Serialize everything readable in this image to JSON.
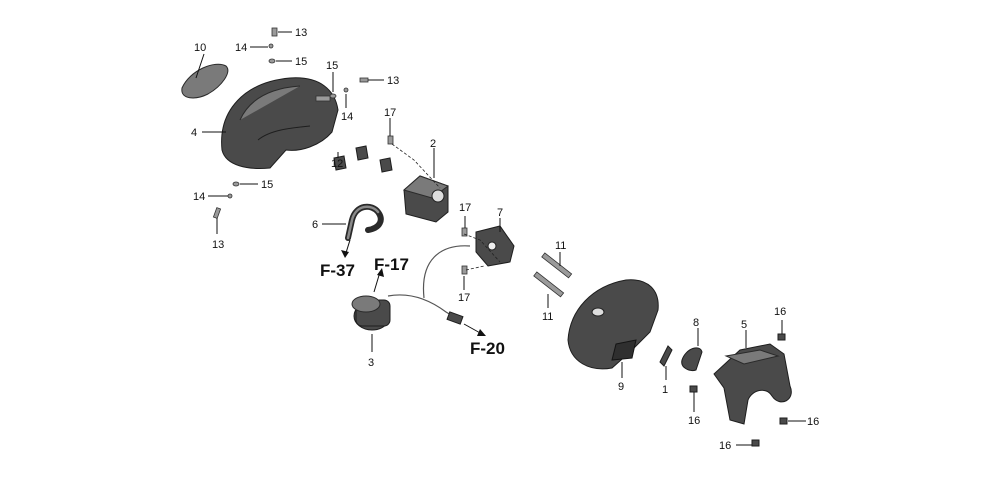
{
  "callouts": {
    "p1": "1",
    "p2": "2",
    "p3": "3",
    "p4": "4",
    "p5": "5",
    "p6": "6",
    "p7": "7",
    "p8": "8",
    "p9": "9",
    "p10": "10",
    "p11a": "11",
    "p11b": "11",
    "p12": "12",
    "p13a": "13",
    "p13b": "13",
    "p13c": "13",
    "p14a": "14",
    "p14b": "14",
    "p14c": "14",
    "p15a": "15",
    "p15b": "15",
    "p15c": "15",
    "p16a": "16",
    "p16b": "16",
    "p16c": "16",
    "p16d": "16",
    "p17a": "17",
    "p17b": "17",
    "p17c": "17"
  },
  "references": {
    "f37": "F-37",
    "f17": "F-17",
    "f20": "F-20"
  }
}
